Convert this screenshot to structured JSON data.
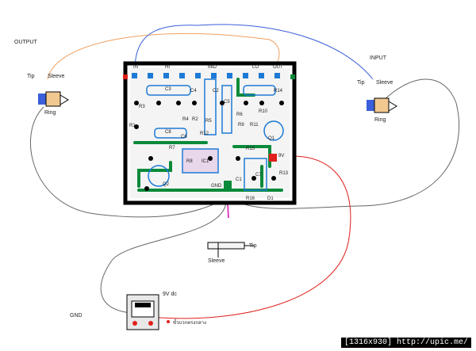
{
  "labels": {
    "output": "OUTPUT",
    "input": "INPUT",
    "tip": "Tip",
    "sleeve": "Sleeve",
    "ring": "Ring",
    "gnd": "GND",
    "dc": "9V dc",
    "thai_note": "ขั้วบวกตรงกลาง",
    "watermark": "[1316x930] http://upic.me/"
  },
  "board": {
    "pins": [
      "IN",
      "HI",
      "MID",
      "LO",
      "OUT"
    ],
    "parts": [
      "R1",
      "R2",
      "R3",
      "R4",
      "R5",
      "R6",
      "R7",
      "R8",
      "R9",
      "R10",
      "R11",
      "R12",
      "R13",
      "R14",
      "R15",
      "R16",
      "C1",
      "C2",
      "C3",
      "C4",
      "C5",
      "C6",
      "C7",
      "C8",
      "IC1",
      "Q1",
      "Q2",
      "D1"
    ],
    "pads": {
      "gnd": "GND",
      "v9": "9V"
    }
  },
  "colors": {
    "trace": "#0a8a3a",
    "pad": "#1c7ad6",
    "red_wire": "#e0201a",
    "orange_wire": "#f0a060",
    "blue_wire": "#3a5fd8",
    "pink": "#e040c0"
  }
}
